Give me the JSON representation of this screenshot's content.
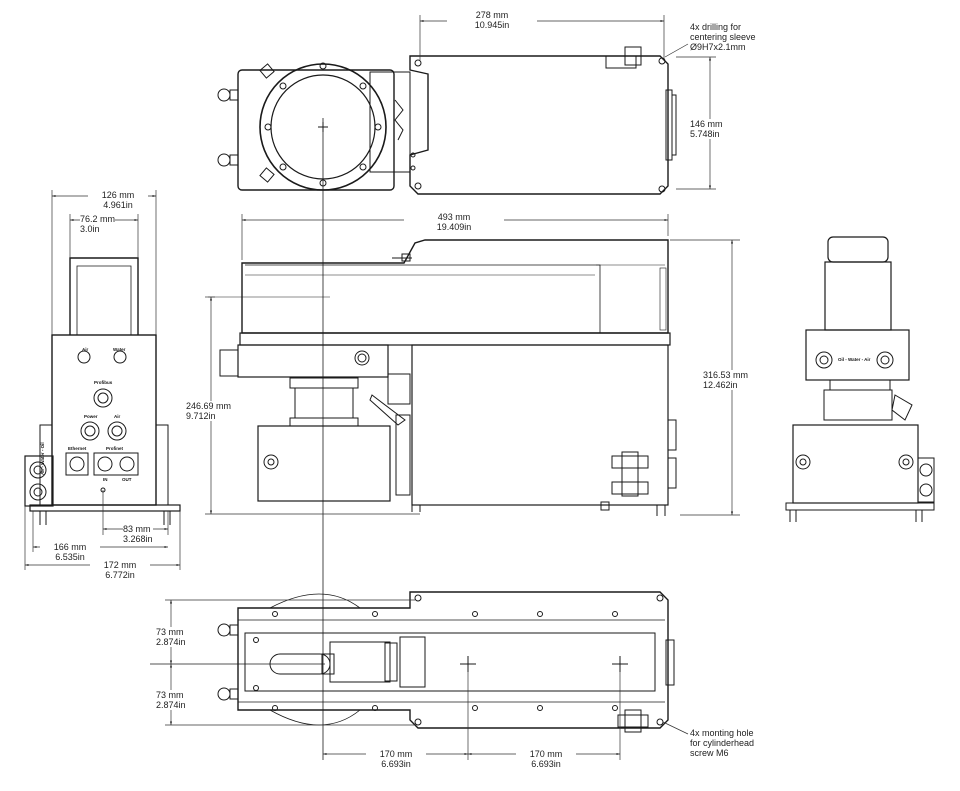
{
  "dimensions": {
    "top_width": {
      "mm": "278 mm",
      "in": "10.945in"
    },
    "top_height": {
      "mm": "146 mm",
      "in": "5.748in"
    },
    "side_overall_length": {
      "mm": "493 mm",
      "in": "19.409in"
    },
    "side_overall_height": {
      "mm": "316.53 mm",
      "in": "12.462in"
    },
    "side_body_height": {
      "mm": "246.69 mm",
      "in": "9.712in"
    },
    "front_width": {
      "mm": "126 mm",
      "in": "4.961in"
    },
    "front_handle_width": {
      "mm": "76.2 mm",
      "in": "3.0in"
    },
    "front_center_offset": {
      "mm": "83 mm",
      "in": "3.268in"
    },
    "front_base_width_1": {
      "mm": "166 mm",
      "in": "6.535in"
    },
    "front_base_width_2": {
      "mm": "172 mm",
      "in": "6.772in"
    },
    "bottom_upper_offset": {
      "mm": "73 mm",
      "in": "2.874in"
    },
    "bottom_lower_offset": {
      "mm": "73 mm",
      "in": "2.874in"
    },
    "bottom_spacing_1": {
      "mm": "170 mm",
      "in": "6.693in"
    },
    "bottom_spacing_2": {
      "mm": "170 mm",
      "in": "6.693in"
    }
  },
  "notes": {
    "drilling": [
      "4x drilling for",
      "centering sleeve",
      "Ø9H7x2.1mm"
    ],
    "mounting": [
      "4x monting hole",
      "for cylinderhead",
      "screw M6"
    ]
  },
  "panel_labels": {
    "air": "Air",
    "water": "Water",
    "profibus": "Profibus",
    "power": "Power",
    "ethernet": "Ethernet",
    "profinet": "Profinet",
    "in": "IN",
    "out": "OUT",
    "vertical_left": "Air - Water - Oil",
    "right_side": "Oil - Water - Air"
  },
  "colors": {
    "line": "#1a1a1a",
    "fill": "#ffffff",
    "thin": "#555555"
  }
}
